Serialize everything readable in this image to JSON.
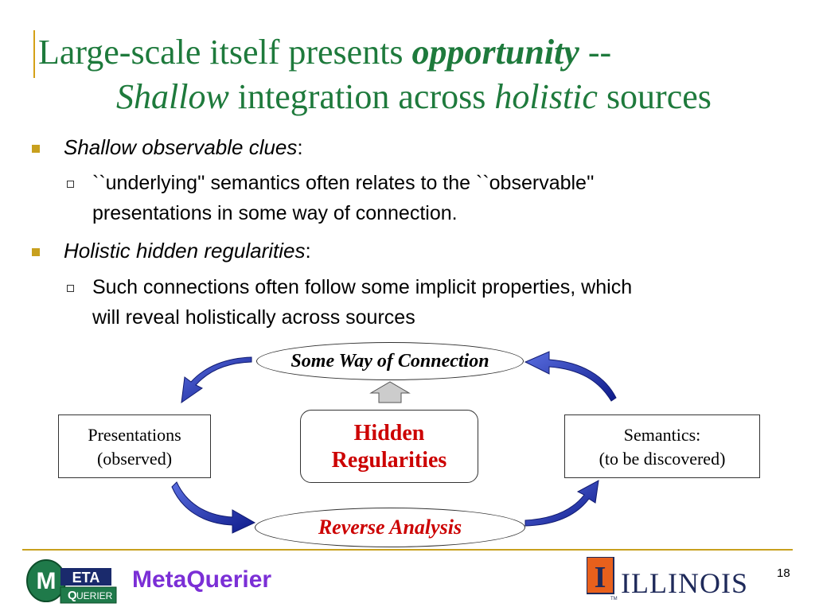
{
  "title": {
    "line1_prefix": "Large-scale itself presents ",
    "line1_emph": "opportunity",
    "line1_suffix": " --",
    "line2_emph1": "Shallow",
    "line2_mid": " integration across ",
    "line2_emph2": "holistic",
    "line2_suffix": " sources"
  },
  "bullets": [
    {
      "heading": "Shallow observable clues",
      "colon": ":",
      "sub": [
        "``underlying'' semantics often relates to the ``observable''",
        "presentations in some way of connection."
      ]
    },
    {
      "heading": "Holistic hidden regularities",
      "colon": ":",
      "sub": [
        "Such connections often follow some implicit properties, which",
        "will reveal holistically across sources"
      ]
    }
  ],
  "diagram": {
    "top_ellipse": "Some Way of Connection",
    "bottom_ellipse": "Reverse Analysis",
    "left_box": [
      "Presentations",
      "(observed)"
    ],
    "right_box": [
      "Semantics:",
      "(to be discovered)"
    ],
    "center_box": [
      "Hidden",
      "Regularities"
    ]
  },
  "footer": {
    "brand": "MetaQuerier",
    "logo_text_top": "ETA",
    "logo_text_bottom": "UERIER",
    "logo_letter_m": "M",
    "logo_letter_q": "Q",
    "illinois": "ILLINOIS",
    "illinois_mark": "I",
    "tm": "TM",
    "page_number": "18"
  },
  "colors": {
    "title_green": "#1e7a3c",
    "bullet_gold": "#c8a01e",
    "hidden_red": "#cc0000",
    "arrow_blue": "#1a2a9c",
    "brand_purple": "#7b2fd6"
  }
}
